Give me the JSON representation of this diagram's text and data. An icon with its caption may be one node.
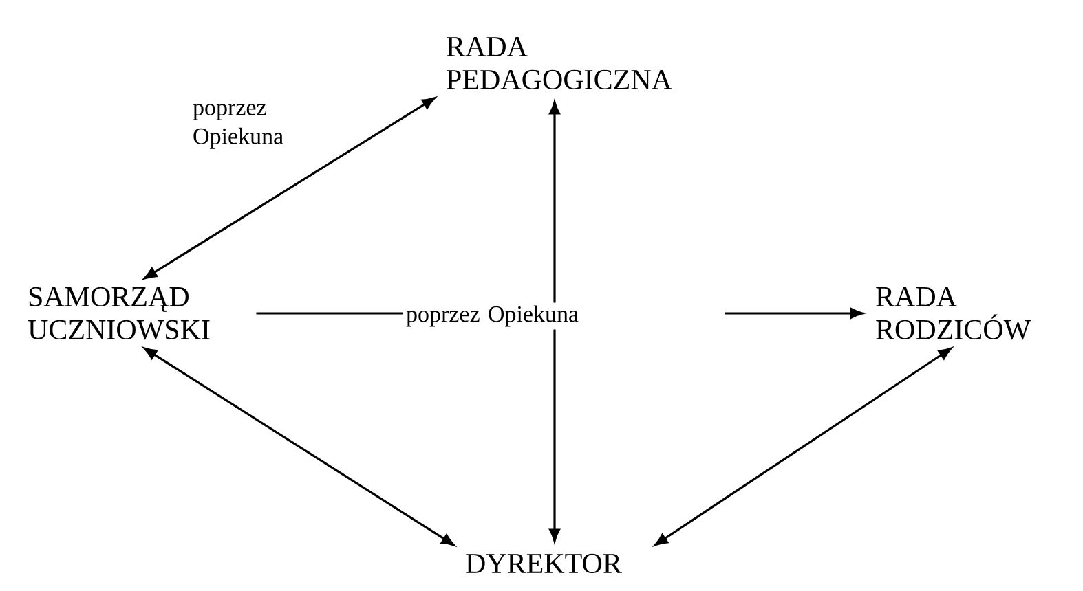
{
  "diagram": {
    "nodes": [
      {
        "text": [
          "RADA PEDAGOGICZNA"
        ]
      },
      {
        "text": [
          "SAMORZĄD UCZNIOWSKI"
        ]
      },
      {
        "text": [
          "RADA RODZICÓW"
        ]
      },
      {
        "text": [
          "DYREKTOR"
        ]
      }
    ],
    "edges": [
      {
        "from": 1,
        "to": 0,
        "arrow": "both",
        "label": "poprzez Opiekuna"
      },
      {
        "from": 1,
        "to": 2,
        "arrow": "to",
        "label": "poprzez Opiekuna"
      },
      {
        "from": 0,
        "to": 3,
        "arrow": "both"
      },
      {
        "from": 1,
        "to": 3,
        "arrow": "both"
      },
      {
        "from": 2,
        "to": 3,
        "arrow": "both"
      }
    ]
  }
}
